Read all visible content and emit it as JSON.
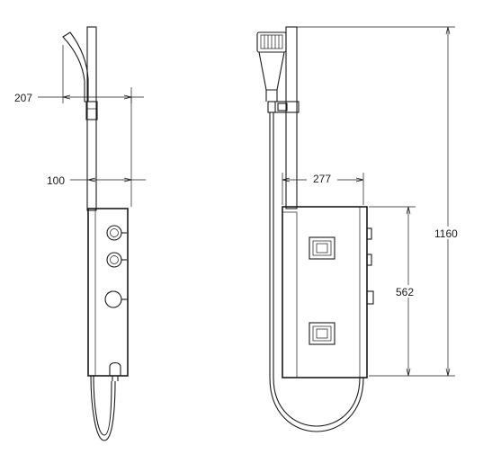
{
  "drawing": {
    "dimensions": {
      "side_spray_width": "207",
      "side_bar_depth": "100",
      "front_bar_offset": "277",
      "front_panel_height": "562",
      "front_total_height": "1160"
    }
  }
}
